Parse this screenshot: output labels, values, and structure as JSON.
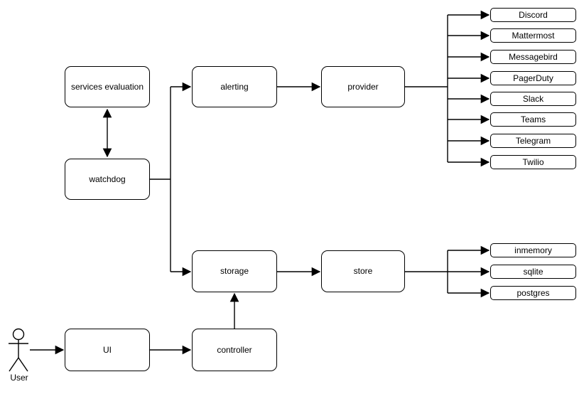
{
  "diagram": {
    "nodes": {
      "services_evaluation": {
        "label": "services evaluation"
      },
      "alerting": {
        "label": "alerting"
      },
      "provider": {
        "label": "provider"
      },
      "watchdog": {
        "label": "watchdog"
      },
      "storage": {
        "label": "storage"
      },
      "store": {
        "label": "store"
      },
      "ui": {
        "label": "UI"
      },
      "controller": {
        "label": "controller"
      }
    },
    "provider_children": [
      "Discord",
      "Mattermost",
      "Messagebird",
      "PagerDuty",
      "Slack",
      "Teams",
      "Telegram",
      "Twilio"
    ],
    "store_children": [
      "inmemory",
      "sqlite",
      "postgres"
    ],
    "actor": {
      "label": "User"
    },
    "colors": {
      "stroke": "#000000",
      "node_fill": "#ffffff",
      "text": "#000000",
      "background": "#ffffff"
    }
  }
}
